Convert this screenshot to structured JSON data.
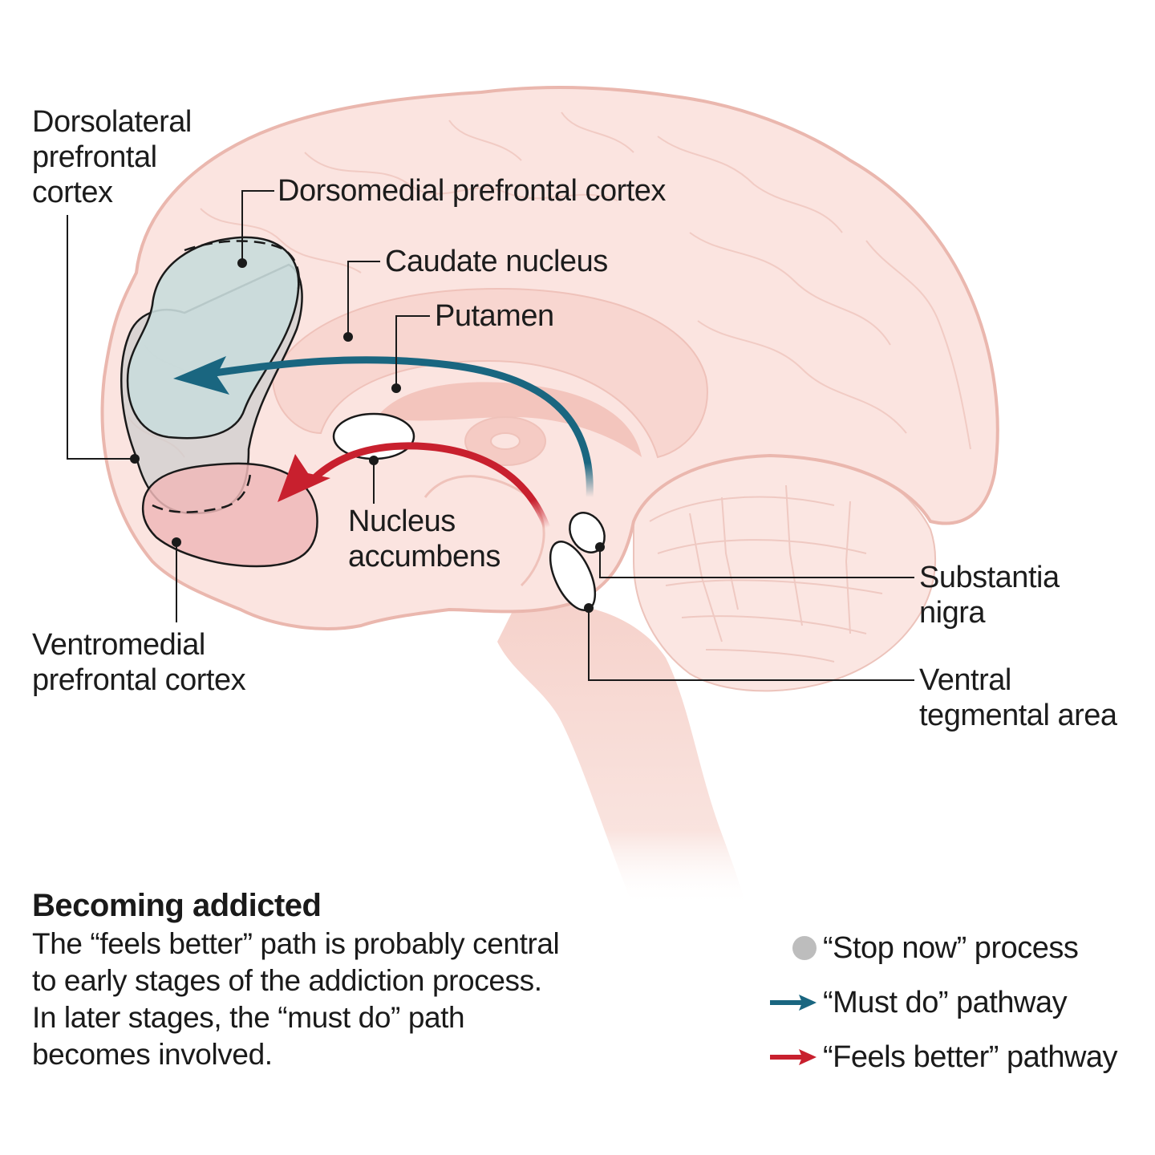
{
  "labels": {
    "dlpfc": [
      "Dorsolateral",
      "prefrontal",
      "cortex"
    ],
    "dmpfc": "Dorsomedial prefrontal cortex",
    "caudate": "Caudate nucleus",
    "putamen": "Putamen",
    "nacc": [
      "Nucleus",
      "accumbens"
    ],
    "vmpfc": [
      "Ventromedial",
      "prefrontal cortex"
    ],
    "sn": [
      "Substantia",
      "nigra"
    ],
    "vta": [
      "Ventral",
      "tegmental area"
    ]
  },
  "caption": {
    "title": "Becoming addicted",
    "lines": [
      "The “feels better” path is probably central",
      "to early stages of the addiction process.",
      "In later stages, the “must do” path",
      "becomes involved."
    ]
  },
  "legend": [
    {
      "key": "dot",
      "text": "“Stop now” process",
      "color": "#bdbdbd"
    },
    {
      "key": "arrow",
      "text": "“Must do” pathway",
      "color": "#1a6680"
    },
    {
      "key": "arrow",
      "text": "“Feels better” pathway",
      "color": "#c8202e"
    }
  ],
  "colors": {
    "brain_fill": "#fbe4e0",
    "brain_outline": "#eab7ae",
    "stop_now": "#cfcfcf",
    "must_do": "#1a6680",
    "feels_better": "#c8202e",
    "dmpfc_fill": "#c9dcdc",
    "vmpfc_fill": "#efb9b8"
  }
}
